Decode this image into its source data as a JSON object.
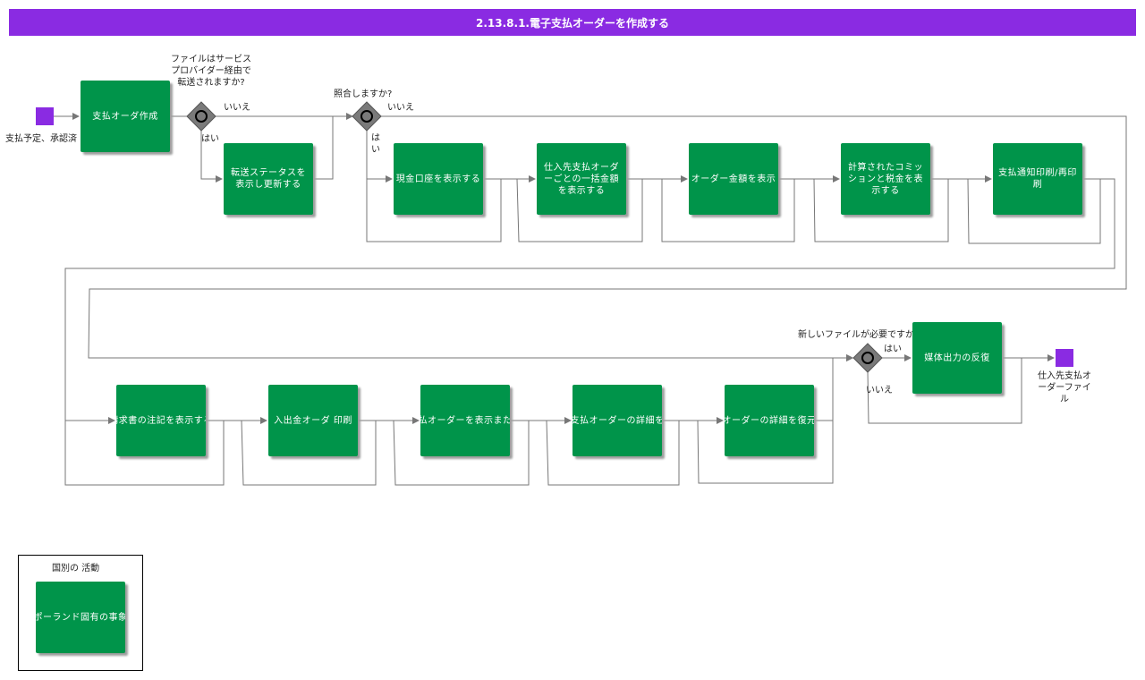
{
  "title": "2.13.8.1.電子支払オーダーを作成する",
  "start_event": {
    "label": "支払予定、承認済"
  },
  "end_event": {
    "label": "仕入先支払オーダーファイル"
  },
  "gateways": {
    "g1": {
      "question": "ファイルはサービスプロバイダー経由で転送されますか?",
      "no": "いいえ",
      "yes": "はい"
    },
    "g2": {
      "question": "照合しますか?",
      "no": "いいえ",
      "yes": "はい"
    },
    "g3": {
      "question": "新しいファイルが必要ですか?",
      "yes": "はい",
      "no": "いいえ"
    }
  },
  "tasks": {
    "create_order": "支払オーダ作成",
    "update_status": "転送ステータスを表示し更新する",
    "show_cash_account": "現金口座を表示する",
    "show_lump_sum": "仕入先支払オーダーごとの一括金額を表示する",
    "show_order_amount": "オーダー金額を表示",
    "show_commission_tax": "計算されたコミッションと税金を表示する",
    "print_notice": "支払通知印刷/再印刷",
    "show_invoice_note": "請求書の注記を表示する",
    "print_io_order": "入出金オーダ 印刷",
    "show_order_or": "支払オーダーを表示または",
    "order_details": "支払オーダーの詳細を",
    "restore_details": "オーダーの詳細を復元",
    "media_repeat": "媒体出力の反復"
  },
  "legend": {
    "title": "国別の 活動",
    "task": "ポーランド固有の事象"
  },
  "colors": {
    "title_bar": "#8a2be2",
    "task": "#00944a",
    "event": "#8a2be2",
    "gateway": "#7a7a7a",
    "connector": "#777777"
  }
}
